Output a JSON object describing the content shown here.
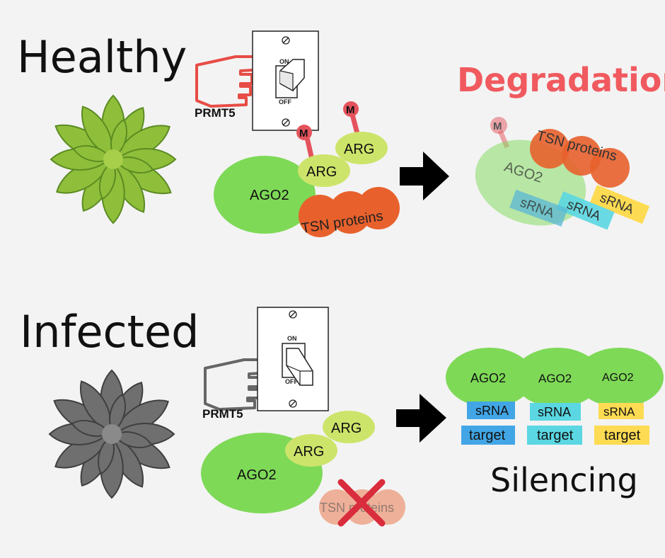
{
  "colors": {
    "background": "#f3f3f3",
    "ago2": "#7ed957",
    "arg": "#cde46a",
    "tsn": "#e8612c",
    "methyl": "#e4535c",
    "srna_blue": "#42a6e6",
    "srna_cyan": "#5ad7e2",
    "srna_yellow": "#fddb52",
    "degradation_text": "#f05a5f",
    "arrow": "#000000",
    "hand_healthy": "#e74c45",
    "hand_infected": "#666666"
  },
  "healthy": {
    "title": "Healthy",
    "switch": {
      "top_label": "ON",
      "bottom_label": "OFF",
      "state": "on"
    },
    "enzyme": "PRMT5",
    "methyl_labels": [
      "M",
      "M"
    ],
    "ago2": "AGO2",
    "arg_labels": [
      "ARG",
      "ARG"
    ],
    "tsn": "TSN proteins",
    "arrow_icon": "right-arrow-icon",
    "outcome": {
      "title": "Degradation",
      "methyl": "M",
      "ago2": "AGO2",
      "tsn": "TSN proteins",
      "srna_labels": [
        "sRNA",
        "sRNA",
        "sRNA"
      ]
    }
  },
  "infected": {
    "title": "Infected",
    "switch": {
      "top_label": "ON",
      "bottom_label": "OFF",
      "state": "off"
    },
    "enzyme": "PRMT5",
    "ago2": "AGO2",
    "arg_labels": [
      "ARG",
      "ARG"
    ],
    "tsn": "TSN proteins",
    "arrow_icon": "right-arrow-icon",
    "outcome": {
      "title": "Silencing",
      "complexes": [
        {
          "ago2": "AGO2",
          "srna": "sRNA",
          "target": "target"
        },
        {
          "ago2": "AGO2",
          "srna": "sRNA",
          "target": "target"
        },
        {
          "ago2": "AGO2",
          "srna": "sRNA",
          "target": "target"
        }
      ]
    }
  }
}
